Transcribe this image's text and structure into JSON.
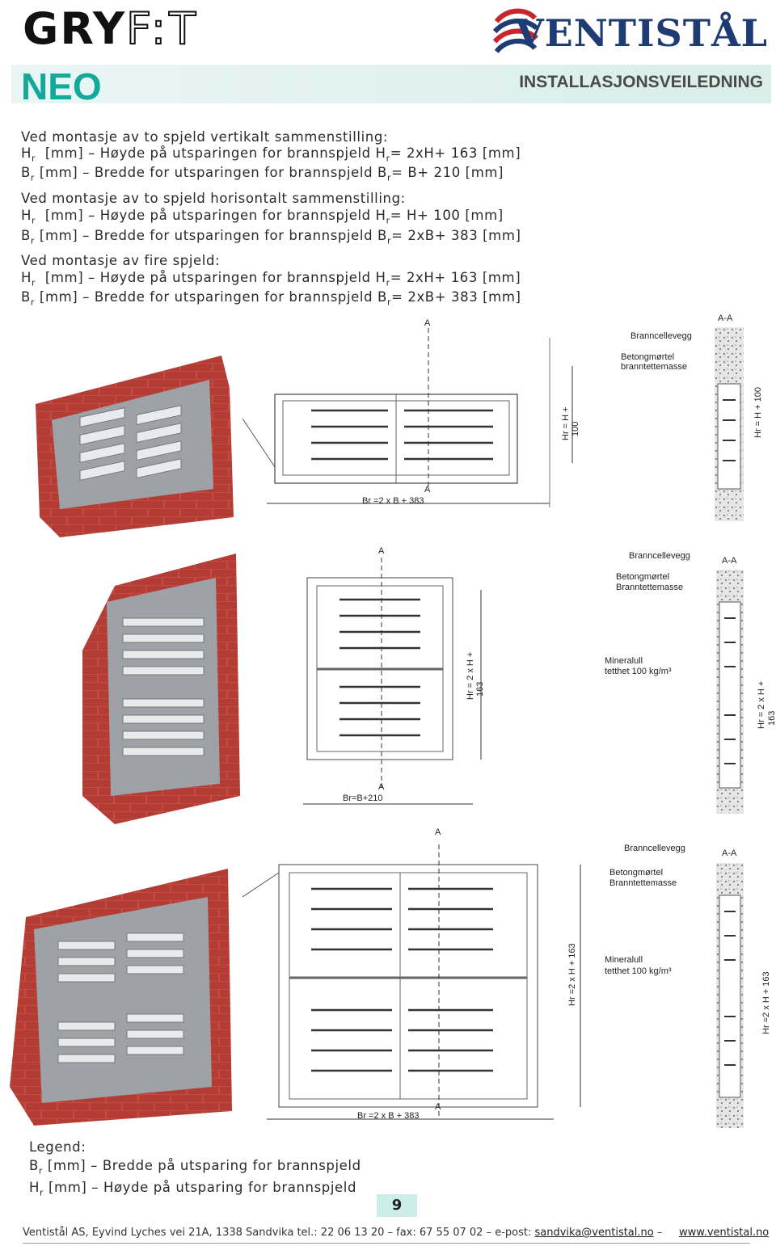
{
  "header": {
    "brand_left_a": "GRY",
    "brand_left_b": "F:T",
    "brand_right": "VENTISTÅL",
    "product": "NEO",
    "doc_type": "INSTALLASJONSVEILEDNING"
  },
  "intro": {
    "vertical_title": "Ved montasje av to spjeld vertikalt sammenstilling:",
    "vertical_h": "[mm] – Høyde på utsparingen for brannspjeld H",
    "vertical_h_val": "= 2xH+ 163 [mm]",
    "vertical_b": "[mm] – Bredde for utsparingen for brannspjeld B",
    "vertical_b_val": "= B+ 210 [mm]",
    "horizontal_title": "Ved montasje av to spjeld horisontalt sammenstilling:",
    "horizontal_h": "[mm] – Høyde på utsparingen for brannspjeld H",
    "horizontal_h_val": "= H+ 100 [mm]",
    "horizontal_b": "[mm] – Bredde for utsparingen for brannspjeld B",
    "horizontal_b_val": "= 2xB+ 383 [mm]",
    "four_title": "Ved montasje av fire spjeld:",
    "four_h": "[mm] – Høyde på utsparingen for brannspjeld H",
    "four_h_val": "= 2xH+ 163 [mm]",
    "four_b": "[mm] – Bredde for utsparingen for brannspjeld B",
    "four_b_val": "= 2xB+ 383 [mm]",
    "sym_h": "H",
    "sym_b": "B",
    "sub_r": "r"
  },
  "diagram1": {
    "section_a": "A",
    "section_aa": "A-A",
    "wall": "Branncellevegg",
    "mortar_1": "Betongmørtel",
    "mortar_2": "branntettemasse",
    "height": "Hr = H + 100",
    "height_left": "Hr = H +",
    "height_left_2": "100",
    "width": "Br =2 x B + 383"
  },
  "diagram2": {
    "section_a": "A",
    "section_aa": "A-A",
    "wall": "Branncellevegg",
    "mortar_1": "Betongmørtel",
    "mortar_2": "Branntettemasse",
    "wool_1": "Mineralull",
    "wool_2": "tetthet 100 kg/m³",
    "height_left": "Hr = 2 x H +",
    "height_left_2": "163",
    "height_right": "Hr = 2 x H +",
    "height_right_2": "163",
    "width": "Br=B+210"
  },
  "diagram3": {
    "section_a": "A",
    "section_aa": "A-A",
    "wall": "Branncellevegg",
    "mortar_1": "Betongmørtel",
    "mortar_2": "Branntettemasse",
    "wool_1": "Mineralull",
    "wool_2": "tetthet 100 kg/m³",
    "height_left": "Hr =2 x H + 163",
    "height_right": "Hr =2 x H + 163",
    "width": "Br =2 x B + 383"
  },
  "legend": {
    "title": "Legend:",
    "b_line": "[mm] – Bredde på utsparing for brannspjeld",
    "h_line": "[mm] – Høyde på utsparing for brannspjeld"
  },
  "page_number": "9",
  "footer": {
    "company": "Ventistål AS, Eyvind Lyches vei 21A, 1338 Sandvika  tel.: 22 06 13 20 – fax: 67 55 07 02 –  e-post: ",
    "email": "sandvika@ventistal.no",
    "dash": " – ",
    "web": "www.ventistal.no"
  },
  "colors": {
    "accent": "#12a99a",
    "brand_blue": "#1f3b74",
    "brick": "#b8473e",
    "frame": "#a7a9ae"
  }
}
